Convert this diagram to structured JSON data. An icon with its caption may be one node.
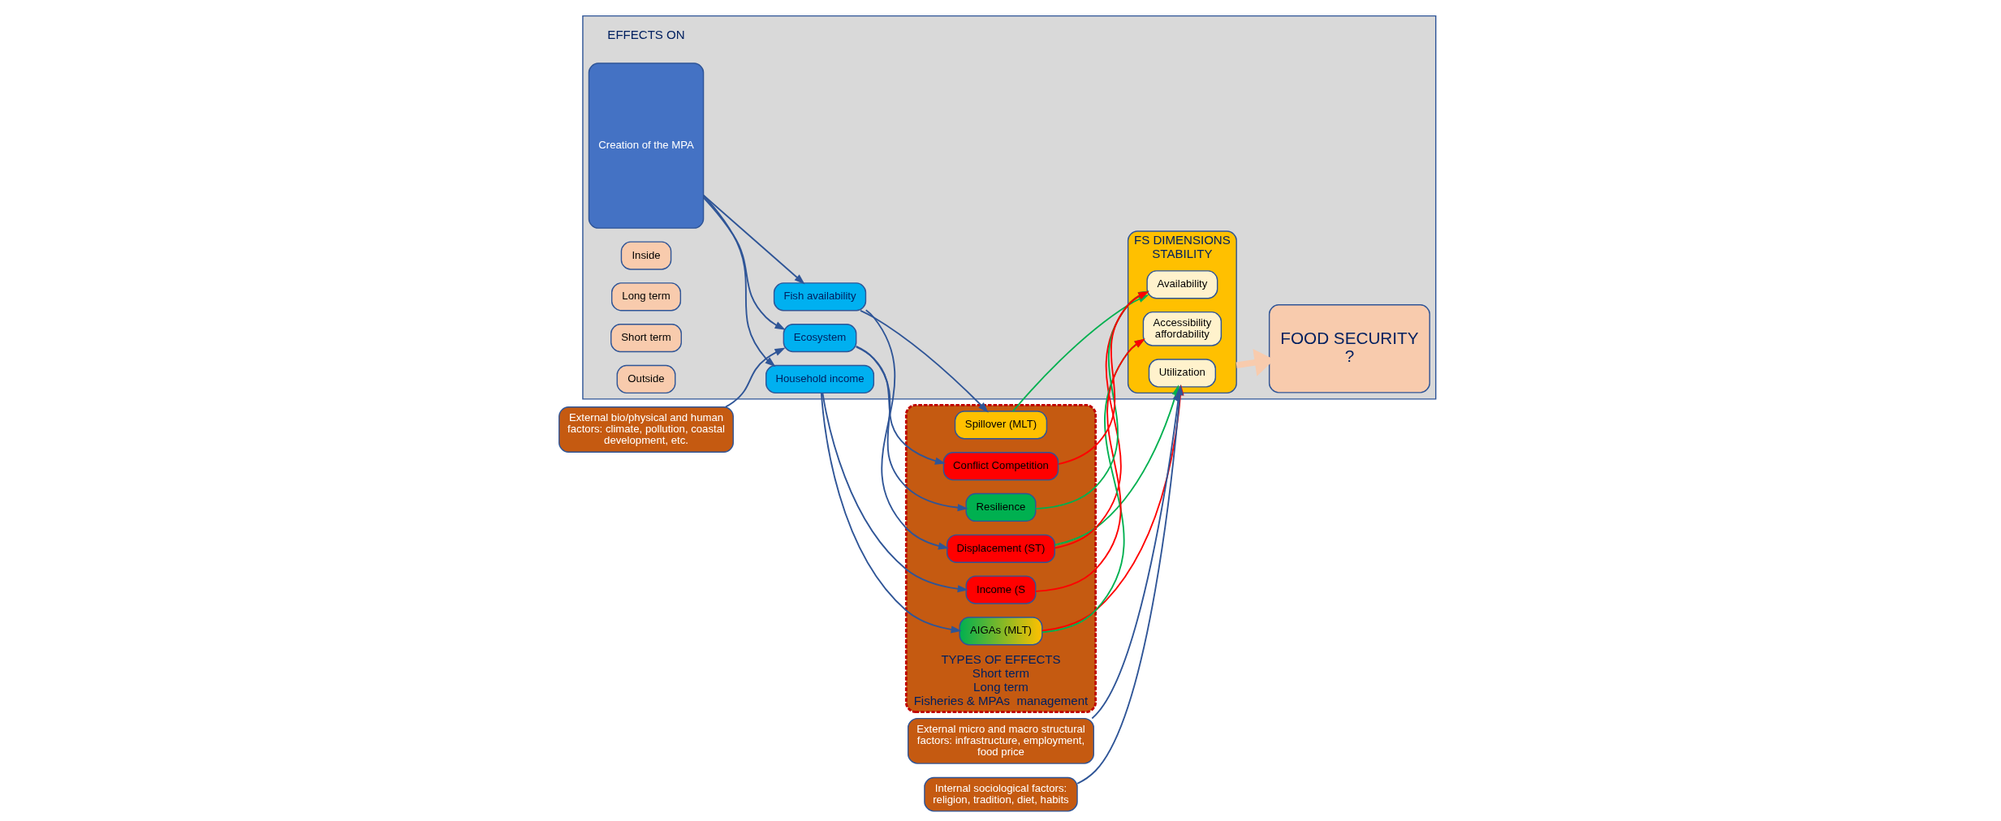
{
  "diagram": {
    "nodes": [
      {
        "text": [],
        "shape": "box"
      },
      {
        "text": [
          "Creation of the MPA"
        ],
        "in": 0
      },
      {
        "text": [
          "Fish availability"
        ],
        "in": 0
      },
      {
        "text": [
          "Household income"
        ],
        "in": 0
      },
      {
        "text": [
          "Ecosystem"
        ],
        "in": 0
      },
      {
        "text": [
          "TYPES OF EFFECTS",
          "Short term",
          "Long term",
          "Fisheries & MPAs  management"
        ]
      },
      {
        "text": [
          "Spillover (MLT)"
        ],
        "in": 5
      },
      {
        "text": [
          "Displacement (ST)"
        ],
        "in": 5
      },
      {
        "text": [
          "AIGAs (MLT)"
        ],
        "in": 5
      },
      {
        "text": [
          "Income (S"
        ],
        "in": 5
      },
      {
        "text": [
          "Resilience"
        ],
        "in": 5
      },
      {
        "text": [
          "Conflict Competition"
        ],
        "in": 5
      },
      {
        "text": [
          "FS DIMENSIONS",
          "STABILITY"
        ],
        "in": 0
      },
      {
        "text": [
          "Utilization"
        ],
        "in": 12
      },
      {
        "text": [
          "Availability"
        ],
        "in": 12
      },
      {
        "text": [
          "Accessibility affordability"
        ],
        "in": 12
      },
      {
        "text": [
          "FOOD SECURITY",
          "?"
        ],
        "in": 0
      },
      {
        "text": [
          "Outside"
        ],
        "in": 0
      },
      {
        "text": [
          "Short term"
        ],
        "in": 0
      },
      {
        "text": [
          "Long term"
        ],
        "in": 0
      },
      {
        "text": [
          "Inside"
        ],
        "in": 0
      },
      {
        "text": [
          "Internal sociological factors: religion, tradition, diet, habits"
        ]
      },
      {
        "text": [
          "External bio/physical and human factors: climate, pollution, coastal development, etc."
        ]
      },
      {
        "text": [
          "External micro and macro structural factors: infrastructure, employment, food price"
        ]
      }
    ],
    "edges": [
      {
        "from": 1,
        "to": 2,
        "arrow": "to"
      },
      {
        "from": 1,
        "to": 3,
        "arrow": "to"
      },
      {
        "from": 1,
        "to": 4,
        "arrow": "to"
      },
      {
        "from": 2,
        "to": 6,
        "arrow": "to"
      },
      {
        "from": 2,
        "to": 7,
        "arrow": "to"
      },
      {
        "from": 3,
        "to": 8,
        "arrow": "to"
      },
      {
        "from": 3,
        "to": 9,
        "arrow": "to"
      },
      {
        "from": 4,
        "to": 10,
        "arrow": "to"
      },
      {
        "from": 4,
        "to": 11,
        "arrow": "to"
      },
      {
        "from": 6,
        "to": 14,
        "arrow": "to",
        "color": "#00b050"
      },
      {
        "from": 7,
        "to": 13,
        "arrow": "to",
        "color": "#00b050"
      },
      {
        "from": 7,
        "to": 14,
        "arrow": "to",
        "color": "#ff0000"
      },
      {
        "from": 8,
        "to": 13,
        "arrow": "to",
        "color": "#ff0000"
      },
      {
        "from": 8,
        "to": 15,
        "arrow": "to",
        "color": "#00b050"
      },
      {
        "from": 9,
        "to": 15,
        "arrow": "to",
        "color": "#ff0000"
      },
      {
        "from": 10,
        "to": 14,
        "arrow": "to",
        "color": "#00b050"
      },
      {
        "from": 11,
        "to": 14,
        "arrow": "to",
        "color": "#ff0000"
      },
      {
        "from": 21,
        "to": 13,
        "arrow": "to"
      },
      {
        "from": 22,
        "to": 4,
        "arrow": "to"
      },
      {
        "from": 23,
        "to": 12,
        "arrow": "to"
      },
      {
        "from": 12,
        "to": 16,
        "arrow": "to",
        "style": "thick",
        "color": "#f8cbad"
      }
    ],
    "labels": [
      "EFFECTS ON"
    ]
  }
}
